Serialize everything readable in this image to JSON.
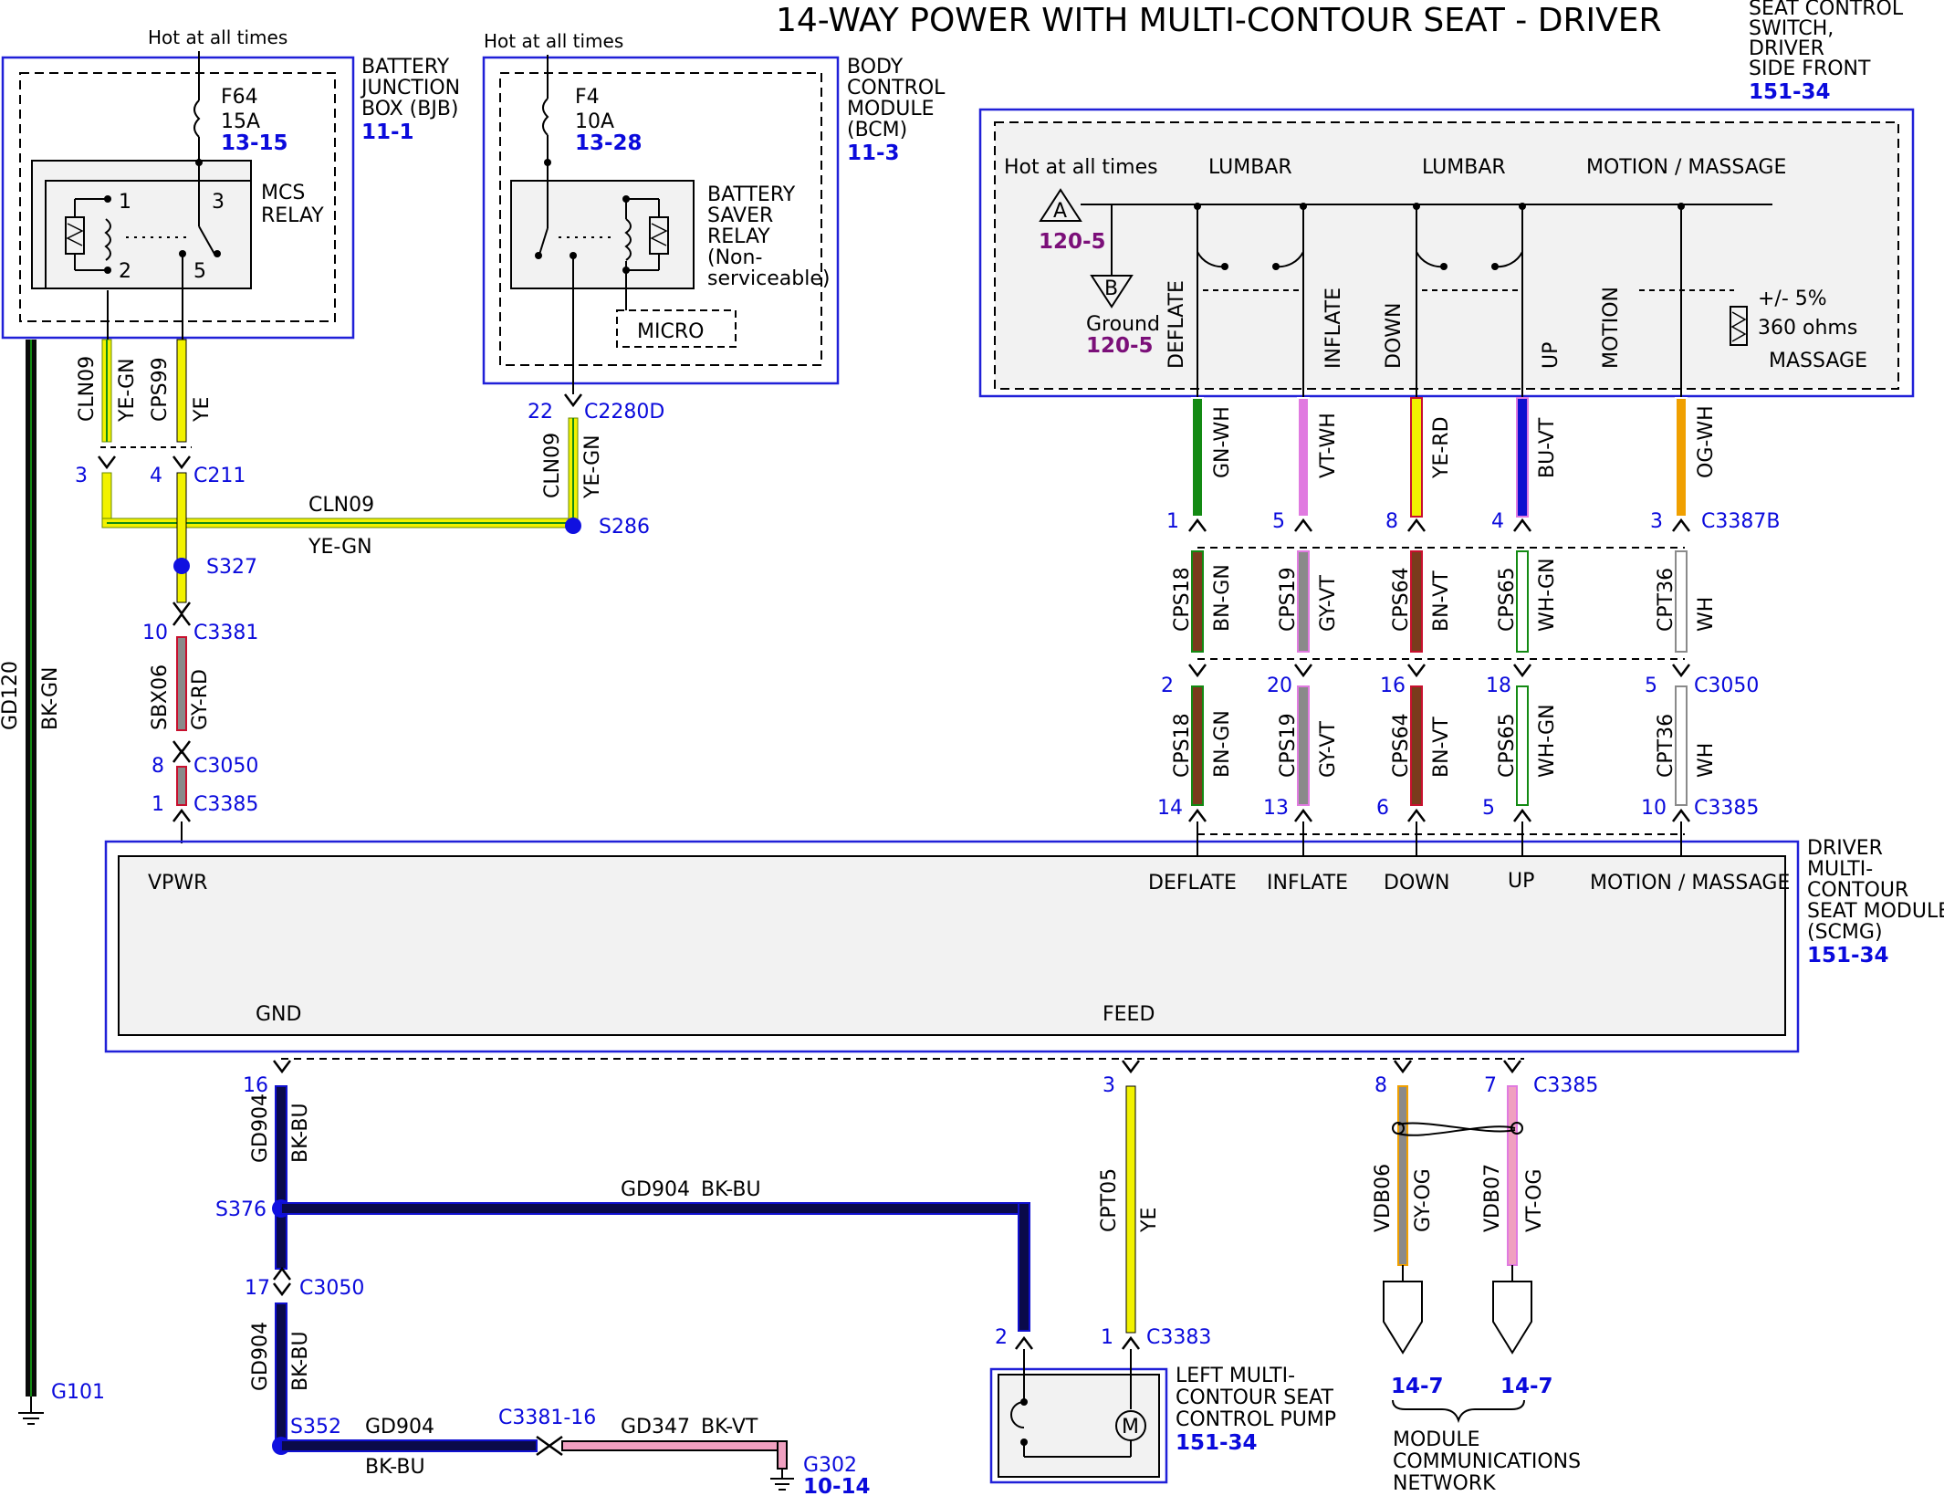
{
  "title": "14-WAY POWER WITH MULTI-CONTOUR SEAT - DRIVER",
  "bjb": {
    "hot": "Hot at all times",
    "name": [
      "BATTERY",
      "JUNCTION",
      "BOX (BJB)"
    ],
    "ref": "11-1",
    "fuse": "F64",
    "amps": "15A",
    "fuse_ref": "13-15",
    "relay": [
      "MCS",
      "RELAY"
    ],
    "pins": [
      "1",
      "2",
      "3",
      "5"
    ]
  },
  "bcm": {
    "hot": "Hot at all times",
    "name": [
      "BODY",
      "CONTROL",
      "MODULE",
      "(BCM)"
    ],
    "ref": "11-3",
    "fuse": "F4",
    "amps": "10A",
    "fuse_ref": "13-28",
    "relay": [
      "BATTERY",
      "SAVER",
      "RELAY",
      "(Non-",
      "serviceable)"
    ],
    "micro": "MICRO"
  },
  "switch": {
    "name": [
      "SEAT CONTROL",
      "SWITCH,",
      "DRIVER",
      "SIDE FRONT"
    ],
    "ref": "151-34",
    "hot": "Hot at all times",
    "node_a": "A",
    "node_a_ref": "120-5",
    "node_b": "B",
    "ground": "Ground",
    "node_b_ref": "120-5",
    "groups": [
      "LUMBAR",
      "LUMBAR",
      "MOTION / MASSAGE"
    ],
    "functions": [
      "DEFLATE",
      "INFLATE",
      "DOWN",
      "UP",
      "MOTION",
      "MASSAGE"
    ],
    "tolerance": "+/- 5%",
    "resistance": "360 ohms"
  },
  "scmg": {
    "name": [
      "DRIVER",
      "MULTI-",
      "CONTOUR",
      "SEAT MODULE",
      "(SCMG)"
    ],
    "ref": "151-34",
    "pins": [
      "VPWR",
      "DEFLATE",
      "INFLATE",
      "DOWN",
      "UP",
      "MOTION / MASSAGE",
      "GND",
      "FEED"
    ]
  },
  "pump": {
    "name": [
      "LEFT MULTI-",
      "CONTOUR SEAT",
      "CONTROL PUMP"
    ],
    "ref": "151-34"
  },
  "network": {
    "refs": [
      "14-7",
      "14-7"
    ],
    "name": [
      "MODULE",
      "COMMUNICATIONS",
      "NETWORK"
    ]
  },
  "circuits": {
    "cln09": "CLN09",
    "ye_gn": "YE-GN",
    "cps99": "CPS99",
    "ye": "YE",
    "sbx06": "SBX06",
    "gy_rd": "GY-RD",
    "gd120": "GD120",
    "bk_gn": "BK-GN",
    "gd904": "GD904",
    "bk_bu": "BK-BU",
    "gd347": "GD347",
    "bk_vt": "BK-VT",
    "cpt05": "CPT05",
    "vdb06": "VDB06",
    "gy_og": "GY-OG",
    "vdb07": "VDB07",
    "vt_og": "VT-OG",
    "cps18": "CPS18",
    "bn_gn": "BN-GN",
    "cps19": "CPS19",
    "gy_vt": "GY-VT",
    "cps64": "CPS64",
    "bn_vt": "BN-VT",
    "cps65": "CPS65",
    "wh_gn": "WH-GN",
    "cpt36": "CPT36",
    "wh": "WH",
    "gn_wh": "GN-WH",
    "vt_wh": "VT-WH",
    "ye_rd": "YE-RD",
    "bu_vt": "BU-VT",
    "og_wh": "OG-WH"
  },
  "connectors": {
    "c211": "C211",
    "c2280d": "C2280D",
    "c3381": "C3381",
    "c3050": "C3050",
    "c3385": "C3385",
    "c3387b": "C3387B",
    "c3383": "C3383",
    "c3381_16": "C3381-16"
  },
  "splices": {
    "s286": "S286",
    "s327": "S327",
    "s376": "S376",
    "s352": "S352"
  },
  "grounds": {
    "g101": "G101",
    "g302": "G302",
    "g302_ref": "10-14"
  },
  "pin_numbers": {
    "c211": [
      "3",
      "4"
    ],
    "c2280d": "22",
    "c3381_sbx": "10",
    "c3050_sbx": "8",
    "c3385_vpwr": "1",
    "c3387b": [
      "1",
      "5",
      "8",
      "4",
      "3"
    ],
    "c3050_top": [
      "2",
      "20",
      "16",
      "18",
      "5"
    ],
    "c3385_top": [
      "14",
      "13",
      "6",
      "5",
      "10"
    ],
    "c3385_bottom": [
      "16",
      "3",
      "8",
      "7"
    ],
    "c3050_gnd": "17",
    "c3383": [
      "2",
      "1"
    ]
  },
  "colors": {
    "blue_text": "#0a0adc",
    "purple_text": "#7b0f79",
    "ye": "#f2f200",
    "gn": "#138a13",
    "bn": "#7a3b1c",
    "gy": "#8a8a8a",
    "rd": "#c8102e",
    "vt": "#e07ae0",
    "bu": "#1010d0",
    "og": "#f0a000",
    "pk": "#f0a0c0",
    "bk": "#000000",
    "wh": "#ffffff"
  }
}
